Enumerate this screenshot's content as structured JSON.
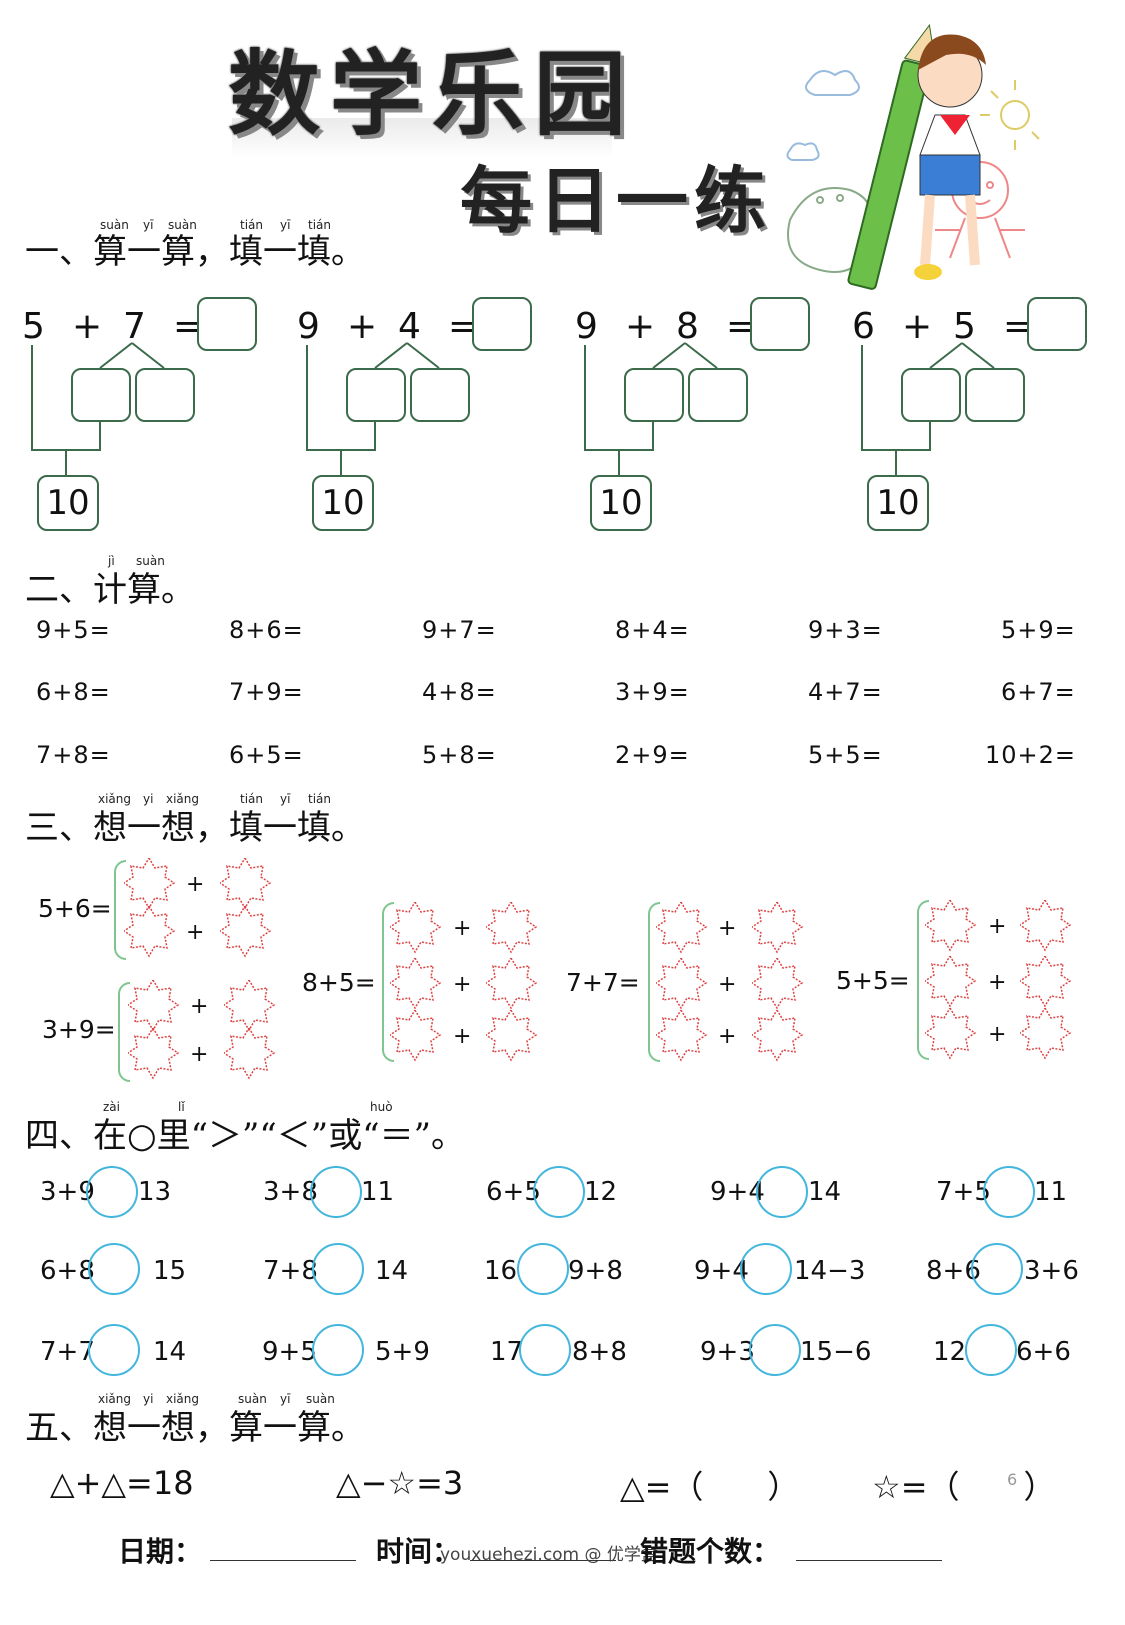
{
  "header": {
    "title": "数学乐园",
    "subtitle": "每日一练"
  },
  "sections": {
    "s1": {
      "title": "一、算一算，填一填。",
      "pinyin": [
        "suàn",
        "yī",
        "suàn",
        "tián",
        "yī",
        "tián"
      ]
    },
    "s2": {
      "title": "二、计算。",
      "pinyin": [
        "jì",
        "suàn"
      ]
    },
    "s3": {
      "title": "三、想一想，填一填。",
      "pinyin": [
        "xiǎng",
        "yi",
        "xiǎng",
        "tián",
        "yī",
        "tián"
      ]
    },
    "s4": {
      "title": "四、在○里“＞”“＜”或“＝”。",
      "pinyin": [
        "zài",
        "lǐ",
        "huò"
      ]
    },
    "s5": {
      "title": "五、想一想，算一算。",
      "pinyin": [
        "xiǎng",
        "yi",
        "xiǎng",
        "suàn",
        "yī",
        "suàn"
      ]
    }
  },
  "make_ten": [
    {
      "a": "5",
      "op": "+",
      "b": "7",
      "eq": "=",
      "ten": "10"
    },
    {
      "a": "9",
      "op": "+",
      "b": "4",
      "eq": "=",
      "ten": "10"
    },
    {
      "a": "9",
      "op": "+",
      "b": "8",
      "eq": "=",
      "ten": "10"
    },
    {
      "a": "6",
      "op": "+",
      "b": "5",
      "eq": "=",
      "ten": "10"
    }
  ],
  "calc_rows": [
    [
      "9+5=",
      "8+6=",
      "9+7=",
      "8+4=",
      "9+3=",
      "5+9="
    ],
    [
      "6+8=",
      "7+9=",
      "4+8=",
      "3+9=",
      "4+7=",
      "6+7="
    ],
    [
      "7+8=",
      "6+5=",
      "5+8=",
      "2+9=",
      "5+5=",
      "10+2="
    ]
  ],
  "split_labels": [
    "5+6=",
    "3+9=",
    "8+5=",
    "7+7=",
    "5+5="
  ],
  "plus": "+",
  "compare_rows": [
    [
      [
        "3+9",
        "13"
      ],
      [
        "3+8",
        "11"
      ],
      [
        "6+5",
        "12"
      ],
      [
        "9+4",
        "14"
      ],
      [
        "7+5",
        "11"
      ]
    ],
    [
      [
        "6+8",
        "15"
      ],
      [
        "7+8",
        "14"
      ],
      [
        "16",
        "9+8"
      ],
      [
        "9+4",
        "14−3"
      ],
      [
        "8+6",
        "3+6"
      ]
    ],
    [
      [
        "7+7",
        "14"
      ],
      [
        "9+5",
        "5+9"
      ],
      [
        "17",
        "8+8"
      ],
      [
        "9+3",
        "15−6"
      ],
      [
        "12",
        "6+6"
      ]
    ]
  ],
  "s5": {
    "e1": "△+△=18",
    "e2": "△−☆=3",
    "e3": "△=（　　）",
    "e4": "☆=（　　）",
    "page": "6"
  },
  "footer": {
    "date": "日期：",
    "time": "时间：",
    "errors": "错题个数：",
    "watermark": "youxuehezi.com @ 优学盒"
  }
}
